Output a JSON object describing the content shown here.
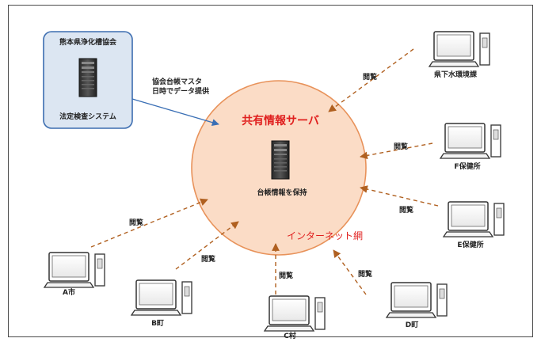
{
  "source_box": {
    "org": "熊本県浄化槽協会",
    "system": "法定検査システム",
    "data_note_line1": "協会台帳マスタ",
    "data_note_line2": "日時でデータ提供"
  },
  "server": {
    "title": "共有情報サーバ",
    "holds": "台帳情報を保持",
    "network": "インターネット網"
  },
  "view_label": "閲覧",
  "clients": [
    {
      "key": "ken",
      "label": "県下水環境課"
    },
    {
      "key": "f",
      "label": "F保健所"
    },
    {
      "key": "e",
      "label": "E保健所"
    },
    {
      "key": "d",
      "label": "D町"
    },
    {
      "key": "c",
      "label": "C村"
    },
    {
      "key": "b",
      "label": "B町"
    },
    {
      "key": "a",
      "label": "A市"
    }
  ],
  "colors": {
    "circle_fill": "#fbdcc6",
    "circle_stroke": "#e8925a",
    "box_fill": "#dce6f2",
    "box_stroke": "#3c6db0",
    "arrow_dashed": "#b06020",
    "arrow_solid": "#3a6fb5",
    "title_red": "#e0201f"
  }
}
